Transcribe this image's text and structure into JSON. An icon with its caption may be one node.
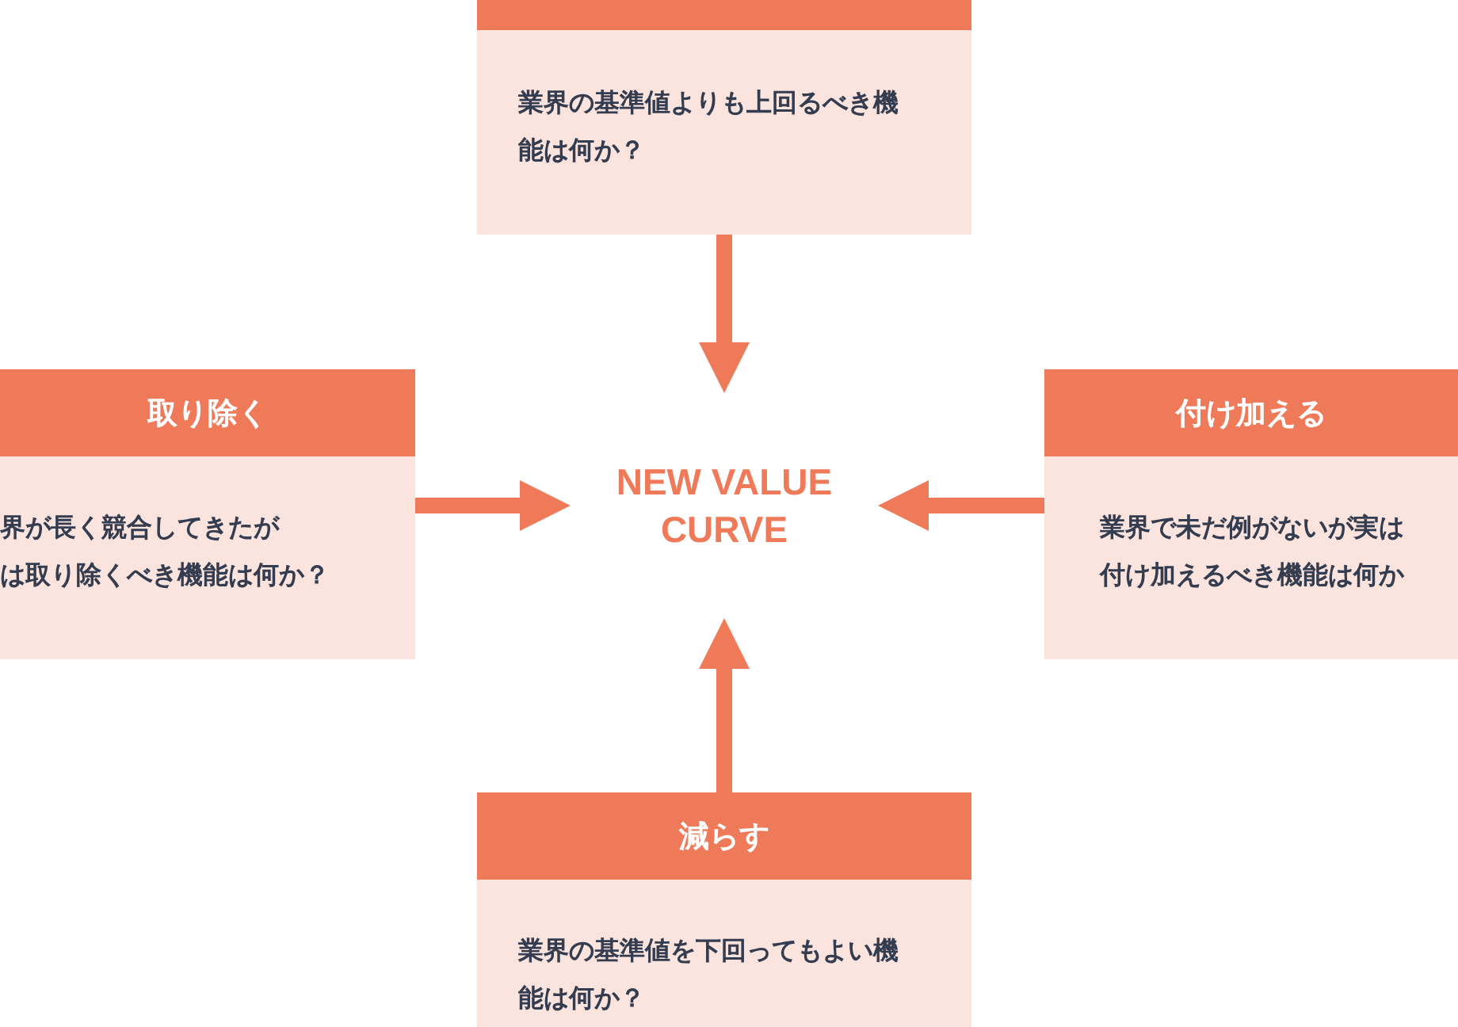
{
  "diagram": {
    "nodes": [
      {
        "text": [
          "業界の基準値よりも上回るべき機能は何か？"
        ]
      },
      {
        "text": [
          "取り除く",
          "界が長く競合してきたが",
          "は取り除くべき機能は何か？"
        ]
      },
      {
        "text": [
          "NEW VALUE CURVE"
        ]
      },
      {
        "text": [
          "付け加える",
          "業界で未だ例がないが実は付け加えるべき機能は何か"
        ]
      },
      {
        "text": [
          "減らす",
          "業界の基準値を下回ってもよい機能は何か？"
        ]
      }
    ],
    "edges": [
      {
        "from": 0,
        "to": 2,
        "arrow": "to"
      },
      {
        "from": 1,
        "to": 2,
        "arrow": "to"
      },
      {
        "from": 3,
        "to": 2,
        "arrow": "to"
      },
      {
        "from": 4,
        "to": 2,
        "arrow": "to"
      }
    ]
  }
}
